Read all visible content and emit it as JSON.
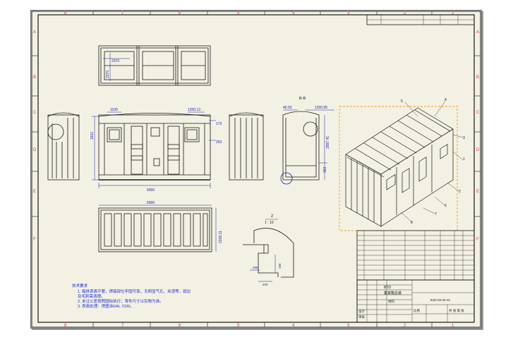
{
  "colors": {
    "paper": "#f3f1e3",
    "line": "#1a1a1a",
    "dimension": "#1a1aa8",
    "annotation": "#1f2fd0",
    "highlight": "#f39a1b",
    "zone_text": "#e03060"
  },
  "zones": {
    "columns": [
      "8",
      "7",
      "6",
      "5",
      "4",
      "3",
      "2",
      "1"
    ],
    "rows": [
      "A",
      "B",
      "C",
      "D",
      "E",
      "F"
    ]
  },
  "views": {
    "top": {
      "dimension": "2370"
    },
    "front": {
      "dim_left": "1910",
      "dim_bottom": "6000",
      "dim_top_left": "1100",
      "dim_top_right": "1200.13",
      "dim_small_a": "173",
      "dim_small_b": "253"
    },
    "section": {
      "label": "B-B",
      "dim_top_a": "40.03",
      "dim_top_b": "1200.05",
      "dim_right": "2997.41",
      "dim_lower": "363"
    },
    "bottom": {
      "dimension_top": "6000",
      "dimension_side": "2339.11"
    },
    "detail": {
      "label": "Z",
      "scale": "1 : 10",
      "dim_a": "255",
      "dim_b": "233",
      "dim_c": "100"
    }
  },
  "balloons": [
    "5",
    "4",
    "3",
    "1",
    "2",
    "6",
    "7",
    "8"
  ],
  "notes": {
    "heading": "技术要求",
    "items": [
      "1. 箱体表面平整，焊接部位牢固可靠，无明显气孔、夹渣等，锐边",
      "   及毛刺需清理。",
      "2. 未注公差按照国标执行；零件尺寸以实物为准。",
      "3. 表面处理：喷塑涂RAL 7035。"
    ]
  },
  "title_block": {
    "company": "BTD",
    "drawing_name": "集装箱总装",
    "drawing_number": "BJD-03-02-01",
    "material_label": "材料",
    "scale_label": "比例",
    "sheet_label": "共 张 第 张",
    "designer_label": "设计",
    "checker_label": "审核"
  }
}
